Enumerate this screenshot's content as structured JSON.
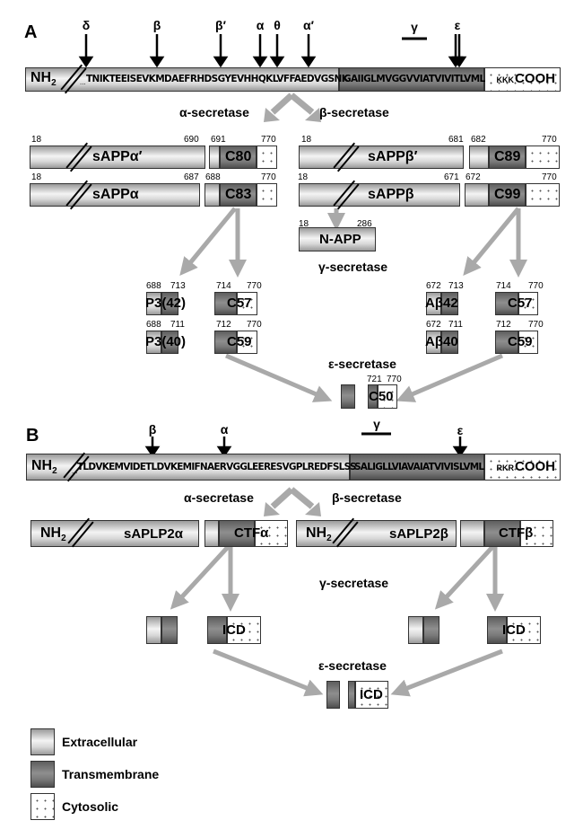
{
  "panel_a": {
    "label": "A",
    "full_length": {
      "n_term": "NH",
      "n_term_sub": "2",
      "ellipsis_left": "...",
      "extracellular_seq": "TNIKTEEISEVKMDAEFRHDSGYEVHHQKLVFFAEDVGSNK",
      "transmembrane_seq": "GAIIGLMVGGVVIATVIVITLVML",
      "cytosolic_prefix": "KKK",
      "c_term": "COOH"
    },
    "cleavage_sites": [
      "δ",
      "β",
      "β′",
      "α",
      "θ",
      "α′",
      "γ",
      "ε"
    ],
    "alpha_secretase": "α-secretase",
    "beta_secretase": "β-secretase",
    "gamma_secretase": "γ-secretase",
    "epsilon_secretase": "ε-secretase",
    "fragments": {
      "sAPPa_prime": {
        "label": "sAPPα′",
        "start": "18",
        "end": "690"
      },
      "C80": {
        "label": "C80",
        "start": "691",
        "end": "770"
      },
      "sAPPa": {
        "label": "sAPPα",
        "start": "18",
        "end": "687"
      },
      "C83": {
        "label": "C83",
        "start": "688",
        "end": "770"
      },
      "sAPPb_prime": {
        "label": "sAPPβ′",
        "start": "18",
        "end": "681"
      },
      "C89": {
        "label": "C89",
        "start": "682",
        "end": "770"
      },
      "sAPPb": {
        "label": "sAPPβ",
        "start": "18",
        "end": "671"
      },
      "C99": {
        "label": "C99",
        "start": "672",
        "end": "770"
      },
      "NAPP": {
        "label": "N-APP",
        "start": "18",
        "end": "286"
      },
      "P3_42": {
        "label": "P3(42)",
        "start": "688",
        "end": "713"
      },
      "P3_40": {
        "label": "P3(40)",
        "start": "688",
        "end": "711"
      },
      "C57_left": {
        "label": "C57",
        "start": "714",
        "end": "770"
      },
      "C59_left": {
        "label": "C59",
        "start": "712",
        "end": "770"
      },
      "Ab42": {
        "label": "Aβ42",
        "start": "672",
        "end": "713"
      },
      "Ab40": {
        "label": "Aβ40",
        "start": "672",
        "end": "711"
      },
      "C57_right": {
        "label": "C57",
        "start": "714",
        "end": "770"
      },
      "C59_right": {
        "label": "C59",
        "start": "712",
        "end": "770"
      },
      "C50": {
        "label": "C50",
        "start": "721",
        "end": "770"
      }
    }
  },
  "panel_b": {
    "label": "B",
    "full_length": {
      "n_term": "NH",
      "n_term_sub": "2",
      "ellipsis_left": "...",
      "extracellular_seq": "TLDVKEMVIDETLDVKEMIFNAERVGGLEERESVGPLREDFSLSS",
      "transmembrane_seq": "SALIGLLVIAVAIATVIVISLVML",
      "cytosolic_prefix": "RKR",
      "c_term": "COOH"
    },
    "cleavage_sites": [
      "β",
      "α",
      "γ",
      "ε"
    ],
    "alpha_secretase": "α-secretase",
    "beta_secretase": "β-secretase",
    "gamma_secretase": "γ-secretase",
    "epsilon_secretase": "ε-secretase",
    "fragments": {
      "sAPLP2a": {
        "label": "sAPLP2α",
        "n_term": "NH",
        "n_term_sub": "2"
      },
      "CTFa": {
        "label": "CTFα"
      },
      "sAPLP2b": {
        "label": "sAPLP2β",
        "n_term": "NH",
        "n_term_sub": "2"
      },
      "CTFb": {
        "label": "CTFβ"
      },
      "ICD_left": {
        "label": "ICD"
      },
      "ICD_right": {
        "label": "ICD"
      },
      "ICD_final": {
        "label": "ICD"
      }
    }
  },
  "legend": [
    {
      "key": "extracellular",
      "label": "Extracellular"
    },
    {
      "key": "transmembrane",
      "label": "Transmembrane"
    },
    {
      "key": "cytosolic",
      "label": "Cytosolic"
    }
  ],
  "colors": {
    "arrow": "#a9a9a9",
    "outline": "#333333"
  }
}
